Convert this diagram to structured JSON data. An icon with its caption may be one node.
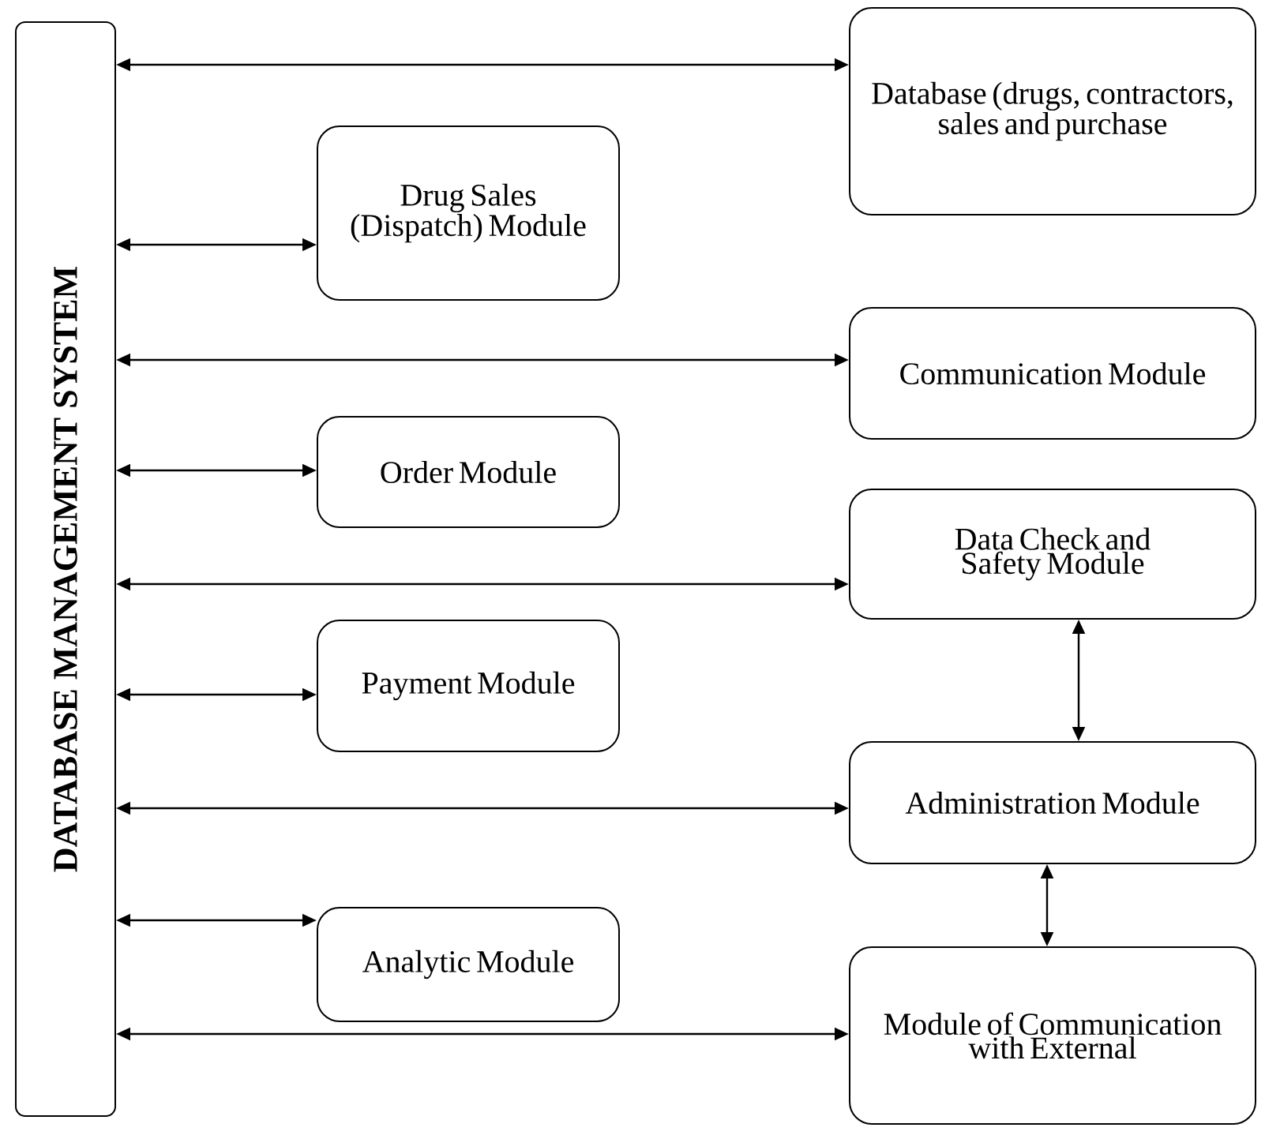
{
  "diagram": {
    "nodes": [
      {
        "text": [
          "DATABASE MANAGEMENT SYSTEM"
        ]
      },
      {
        "text": [
          "Database (drugs, contractors, sales and purchase"
        ]
      },
      {
        "text": [
          "Drug Sales (Dispatch) Module"
        ]
      },
      {
        "text": [
          "Communication Module"
        ]
      },
      {
        "text": [
          "Order Module"
        ]
      },
      {
        "text": [
          "Data Check and Safety Module"
        ]
      },
      {
        "text": [
          "Payment Module"
        ]
      },
      {
        "text": [
          "Administration Module"
        ]
      },
      {
        "text": [
          "Analytic Module"
        ]
      },
      {
        "text": [
          "Module of Communication with External"
        ]
      }
    ],
    "edges": [
      {
        "from": 0,
        "to": 1,
        "arrow": "both"
      },
      {
        "from": 0,
        "to": 2,
        "arrow": "both"
      },
      {
        "from": 0,
        "to": 3,
        "arrow": "both"
      },
      {
        "from": 0,
        "to": 4,
        "arrow": "both"
      },
      {
        "from": 0,
        "to": 5,
        "arrow": "both"
      },
      {
        "from": 0,
        "to": 6,
        "arrow": "both"
      },
      {
        "from": 0,
        "to": 7,
        "arrow": "both"
      },
      {
        "from": 0,
        "to": 8,
        "arrow": "both"
      },
      {
        "from": 0,
        "to": 9,
        "arrow": "both"
      },
      {
        "from": 5,
        "to": 7,
        "arrow": "both"
      },
      {
        "from": 7,
        "to": 9,
        "arrow": "both"
      }
    ]
  }
}
